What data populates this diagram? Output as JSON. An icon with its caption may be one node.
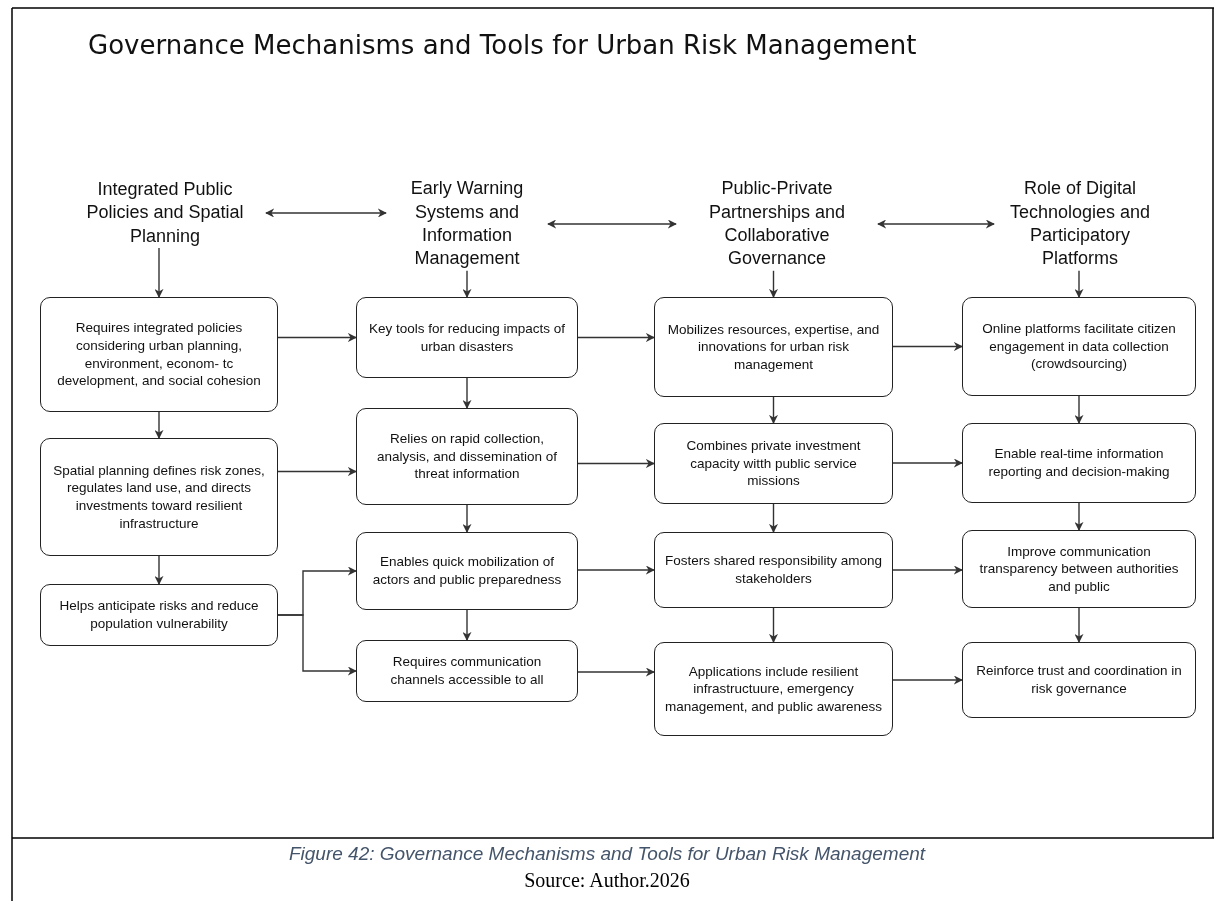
{
  "diagram": {
    "title": "Governance Mechanisms and Tools for Urban Risk Management",
    "caption": "Figure 42: Governance Mechanisms and Tools for Urban Risk Management",
    "nodes": [
      {
        "text": [
          "Integrated Public Policies and Spatial Planning"
        ]
      },
      {
        "text": [
          "Early Warning Systems and Information Management"
        ]
      },
      {
        "text": [
          "Public-Private Partnerships and Collaborative Governance"
        ]
      },
      {
        "text": [
          "Role of Digital Technologies and Participatory Platforms"
        ]
      },
      {
        "text": [
          "Requires integrated policies considering urban planning, environment, econom- tc development, and social cohesion"
        ]
      },
      {
        "text": [
          "Spatial planning defines risk zones, regulates land use, and directs investments toward resilient infrastructure"
        ]
      },
      {
        "text": [
          "Helps anticipate risks and reduce population vulnerability"
        ]
      },
      {
        "text": [
          "Key tools for reducing impacts of urban disasters"
        ]
      },
      {
        "text": [
          "Relies on rapid collection, analysis, and dissemination of threat information"
        ]
      },
      {
        "text": [
          "Enables quick mobilization of actors and public preparedness"
        ]
      },
      {
        "text": [
          "Requires communication channels accessible to all"
        ]
      },
      {
        "text": [
          "Mobilizes resources, expertise, and innovations for urban risk management"
        ]
      },
      {
        "text": [
          "Combines private investment capacity  witth public service missions"
        ]
      },
      {
        "text": [
          "Fosters shared responsibility among stakeholders"
        ]
      },
      {
        "text": [
          "Applications include resilient infrastructuure, emergency management, and public awareness"
        ]
      },
      {
        "text": [
          "Online platforms facilitate citizen engagement in data collection (crowdsourcing)"
        ]
      },
      {
        "text": [
          "Enable real-time information reporting and decision-making"
        ]
      },
      {
        "text": [
          "Improve communication transparency between authorities and public"
        ]
      },
      {
        "text": [
          "Reinforce trust and coordination in risk governance"
        ]
      }
    ],
    "edges": [
      {
        "from": 0,
        "to": 1,
        "arrow": "both"
      },
      {
        "from": 1,
        "to": 2,
        "arrow": "both"
      },
      {
        "from": 2,
        "to": 3,
        "arrow": "both"
      },
      {
        "from": 0,
        "to": 4,
        "arrow": "to"
      },
      {
        "from": 4,
        "to": 5,
        "arrow": "to"
      },
      {
        "from": 5,
        "to": 6,
        "arrow": "to"
      },
      {
        "from": 1,
        "to": 7,
        "arrow": "to"
      },
      {
        "from": 7,
        "to": 8,
        "arrow": "to"
      },
      {
        "from": 8,
        "to": 9,
        "arrow": "to"
      },
      {
        "from": 9,
        "to": 10,
        "arrow": "to"
      },
      {
        "from": 2,
        "to": 11,
        "arrow": "to"
      },
      {
        "from": 11,
        "to": 12,
        "arrow": "to"
      },
      {
        "from": 12,
        "to": 13,
        "arrow": "to"
      },
      {
        "from": 13,
        "to": 14,
        "arrow": "to"
      },
      {
        "from": 3,
        "to": 15,
        "arrow": "to"
      },
      {
        "from": 15,
        "to": 16,
        "arrow": "to"
      },
      {
        "from": 16,
        "to": 17,
        "arrow": "to"
      },
      {
        "from": 17,
        "to": 18,
        "arrow": "to"
      },
      {
        "from": 4,
        "to": 7,
        "arrow": "to"
      },
      {
        "from": 5,
        "to": 8,
        "arrow": "to"
      },
      {
        "from": 6,
        "to": 9,
        "arrow": "to"
      },
      {
        "from": 6,
        "to": 10,
        "arrow": "to"
      },
      {
        "from": 7,
        "to": 11,
        "arrow": "to"
      },
      {
        "from": 8,
        "to": 12,
        "arrow": "to"
      },
      {
        "from": 9,
        "to": 13,
        "arrow": "to"
      },
      {
        "from": 10,
        "to": 14,
        "arrow": "to"
      },
      {
        "from": 11,
        "to": 15,
        "arrow": "to"
      },
      {
        "from": 12,
        "to": 16,
        "arrow": "to"
      },
      {
        "from": 13,
        "to": 17,
        "arrow": "to"
      },
      {
        "from": 14,
        "to": 18,
        "arrow": "to"
      }
    ],
    "labels": [
      "Source: Author.2026"
    ]
  }
}
